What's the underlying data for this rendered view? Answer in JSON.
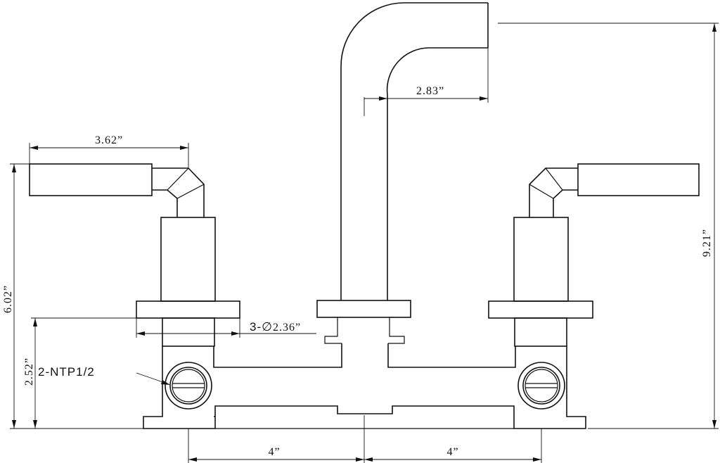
{
  "dimensions": {
    "handle_length": "3.62”",
    "spout_reach": "2.83”",
    "overall_height": "9.21”",
    "handle_height": "6.02”",
    "body_height": "2.52”",
    "hole_diameter_prefix": "3-",
    "hole_diameter_value": "2.36”",
    "center_left": "4”",
    "center_right": "4”"
  },
  "callouts": {
    "connection": "2-NTP1/2"
  }
}
